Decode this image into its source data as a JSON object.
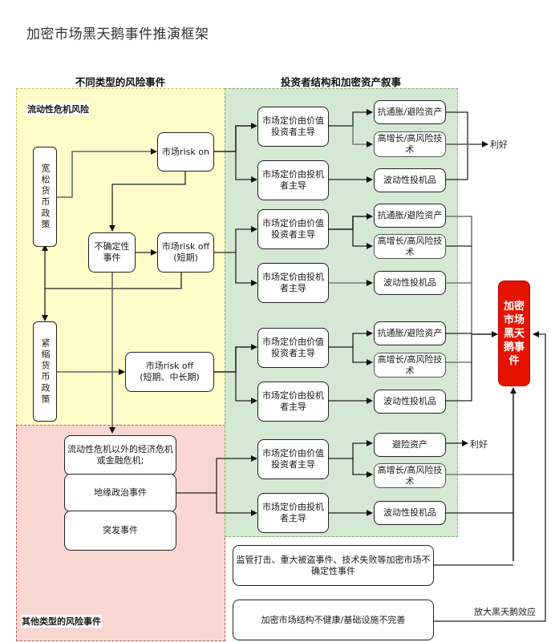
{
  "title": "加密市场黑天鹅事件推演框架",
  "columns": {
    "left_header": "不同类型的风险事件",
    "right_header": "投资者结构和加密资产叙事"
  },
  "zones": {
    "liquidity": "流动性危机风险",
    "other": "其他类型的风险事件"
  },
  "left": {
    "loose_policy": "宽松货币政策",
    "tight_policy": "紧缩货币政策",
    "risk_on": "市场risk on",
    "uncertainty": "不确定性事件",
    "risk_off_short": "市场risk off\n(短期)",
    "risk_off_long": "市场risk off\n(短期、中长期)",
    "other_crisis": "流动性危机以外的经济危机或金融危机;",
    "geopolitics": "地缘政治事件",
    "sudden": "突发事件"
  },
  "groups": [
    {
      "value_led": "市场定价由价值投资者主导",
      "spec_led": "市场定价由投机者主导",
      "hedge": "抗通胀/避险资产",
      "growth": "高增长/高风险技术",
      "volatile": "波动性投机品"
    },
    {
      "value_led": "市场定价由价值投资者主导",
      "spec_led": "市场定价由投机者主导",
      "hedge": "抗通胀/避险资产",
      "growth": "高增长/高风险技术",
      "volatile": "波动性投机品"
    },
    {
      "value_led": "市场定价由价值投资者主导",
      "spec_led": "市场定价由投机者主导",
      "hedge": "抗通胀/避险资产",
      "growth": "高增长/高风险技术",
      "volatile": "波动性投机品"
    },
    {
      "value_led": "市场定价由价值投资者主导",
      "spec_led": "市场定价由投机者主导",
      "hedge": "避险资产",
      "growth": "高增长/高风险技术",
      "volatile": "波动性投机品"
    }
  ],
  "outcomes": {
    "positive_1": "利好",
    "positive_2": "利好",
    "black_swan": "加密市场黑天鹅事件"
  },
  "bottom": {
    "crypto_uncertainty": "监管打击、重大被盗事件、技术失败等加密市场不确定性事件",
    "infrastructure": "加密市场结构不健康/基础设施不完善",
    "amplify_label": "放大黑天鹅效应"
  },
  "colors": {
    "black_swan_fill": "#e51400",
    "liquidity_zone": "#fffcc9",
    "other_zone": "#f8d7d3",
    "narrative_zone": "#d5e8d4"
  }
}
